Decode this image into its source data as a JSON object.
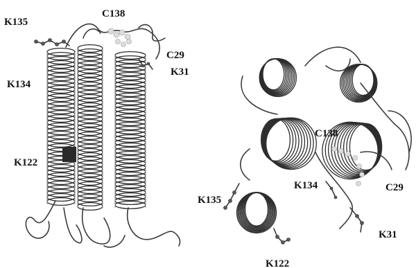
{
  "left_view": {
    "labels": {
      "k135": "K135",
      "c138": "C138",
      "c29": "C29",
      "k31": "K31",
      "k134": "K134",
      "k122": "K122"
    }
  },
  "right_view": {
    "labels": {
      "c138": "C138",
      "k134": "K134",
      "c29": "C29",
      "k135": "K135",
      "k31": "K31",
      "k122": "K122"
    }
  },
  "colors": {
    "ribbon": "#3a3a3a",
    "label": "#111111",
    "background": "#ffffff"
  }
}
